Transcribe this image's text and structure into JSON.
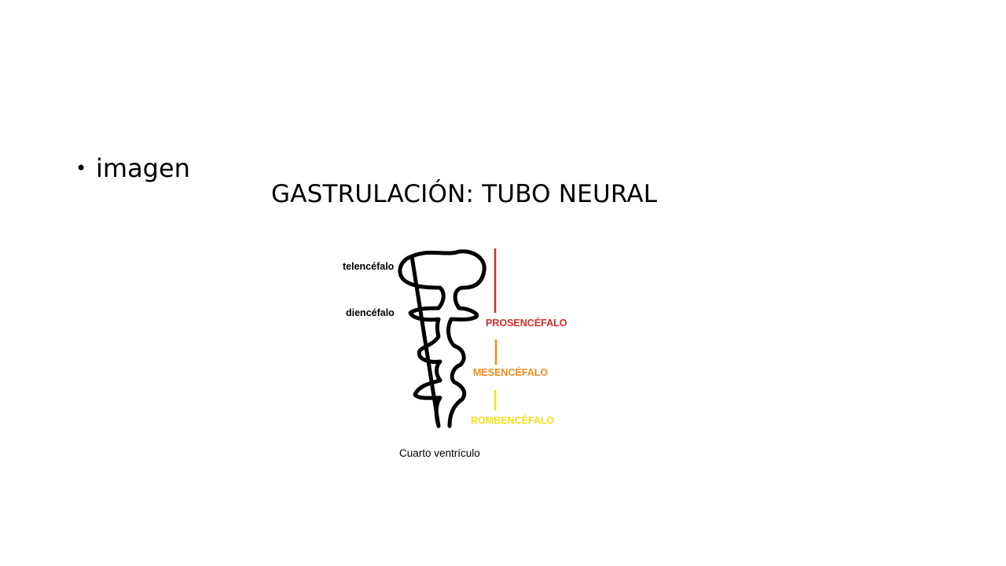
{
  "slide": {
    "bullet_text": "imagen",
    "title": "GASTRULACIÓN: TUBO NEURAL"
  },
  "diagram": {
    "labels": {
      "telencefalo": "telencéfalo",
      "diencefalo": "diencéfalo",
      "prosencefalo": "PROSENCÉFALO",
      "mesencefalo": "MESENCÉFALO",
      "rombencefalo": "ROMBENCÉFALO",
      "cuarto_ventriculo": "Cuarto ventrículo"
    },
    "colors": {
      "prosencefalo": "#d62b2b",
      "mesencefalo": "#f08a1c",
      "rombencefalo": "#f5e11c",
      "outline": "#000000"
    }
  }
}
